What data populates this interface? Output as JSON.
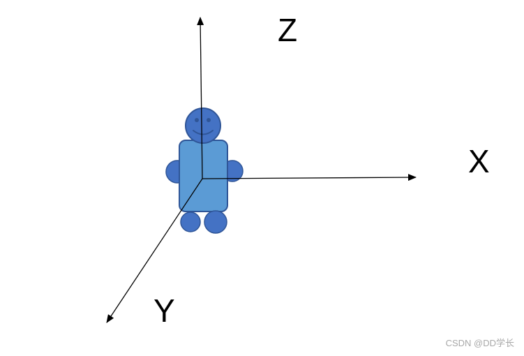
{
  "axes": {
    "z_label": "Z",
    "x_label": "X",
    "y_label": "Y"
  },
  "colors": {
    "body_fill": "#5b9bd5",
    "limb_fill": "#4472c4",
    "outline": "#2f5597",
    "axis": "#000000"
  },
  "watermark": "CSDN @DD学长"
}
